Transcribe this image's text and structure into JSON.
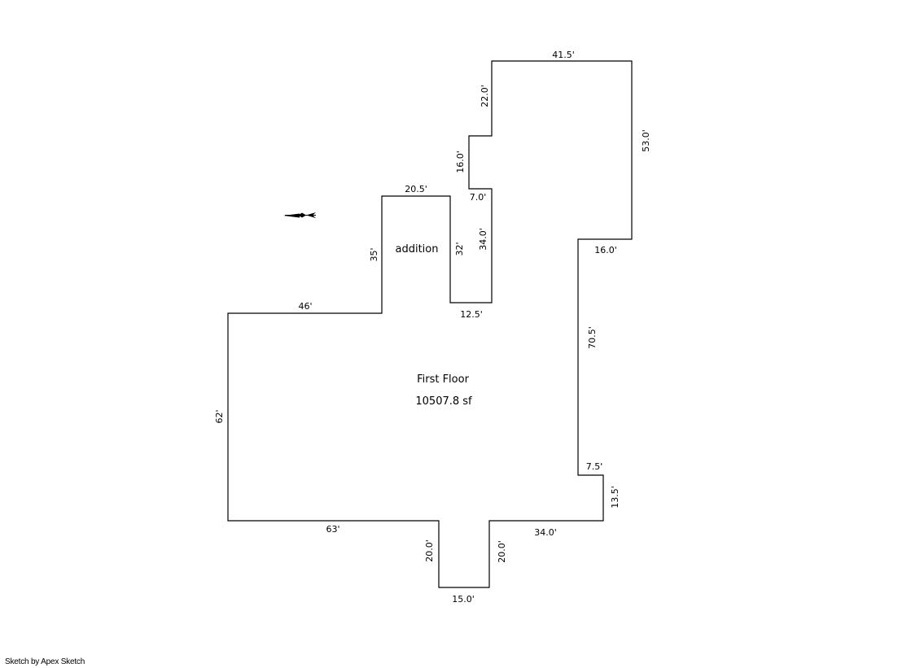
{
  "sketch": {
    "area_label": "First Floor",
    "area_value": "10507.8 sf",
    "addition_label": "addition",
    "dimensions": {
      "top_right_width": "41.5'",
      "upper_left_notch_vertical": "22.0'",
      "upper_right_height": "53.0'",
      "step_vertical": "16.0'",
      "step_horizontal": "7.0'",
      "addition_top": "20.5'",
      "addition_inner_vertical": "32'",
      "corridor_vertical": "34.0'",
      "addition_left": "35'",
      "right_step_horizontal": "16.0'",
      "corridor_bottom": "12.5'",
      "top_left_width": "46'",
      "right_side_vertical": "70.5'",
      "left_side": "62'",
      "lower_right_step_horizontal": "7.5'",
      "lower_right_step_vertical": "13.5'",
      "bottom_left": "63'",
      "bottom_right": "34.0'",
      "projection_left": "20.0'",
      "projection_right": "20.0'",
      "projection_bottom": "15.0'"
    }
  },
  "footer": {
    "credit": "Sketch by Apex Sketch"
  }
}
